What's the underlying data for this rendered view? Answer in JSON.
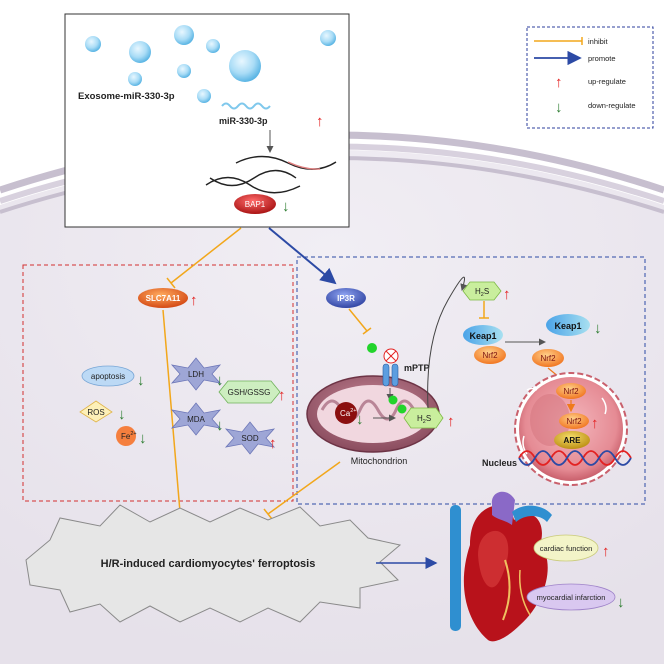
{
  "exosome": {
    "title": "Exosome-miR-330-3p",
    "mirna": "miR-330-3p",
    "bap1": "BAP1"
  },
  "legend": {
    "inhibit": "inhibit",
    "promote": "promote",
    "up": "up-regulate",
    "down": "down-regulate"
  },
  "left_box": {
    "slc7a11": "SLC7A11",
    "apoptosis": "apoptosis",
    "ldh": "LDH",
    "gsh": "GSH/GSSG",
    "ros": "ROS",
    "fe": "Fe",
    "fe_sup": "2+",
    "mda": "MDA",
    "sod": "SOD"
  },
  "right_box": {
    "ip3r": "IP3R",
    "mptp": "mPTP",
    "ca": "Ca",
    "ca_sup": "2+",
    "h2s_h": "H",
    "h2s_sub": "2",
    "h2s_s": "S",
    "keap1": "Keap1",
    "nrf2": "Nrf2",
    "are": "ARE",
    "mitochondrion": "Mitochondrion",
    "nucleus": "Nucleus"
  },
  "outcome": {
    "ferroptosis": "H/R-induced  cardiomyocytes' ferroptosis",
    "cardiac_function": "cardiac function",
    "myocardial_infarction": "myocardial infarction"
  },
  "colors": {
    "inhibit": "#f2a71b",
    "promote": "#2c4aa5",
    "up": "#e32222",
    "down": "#2e7d32",
    "left_box": "#d32f2f",
    "right_box": "#2c4aa5"
  }
}
